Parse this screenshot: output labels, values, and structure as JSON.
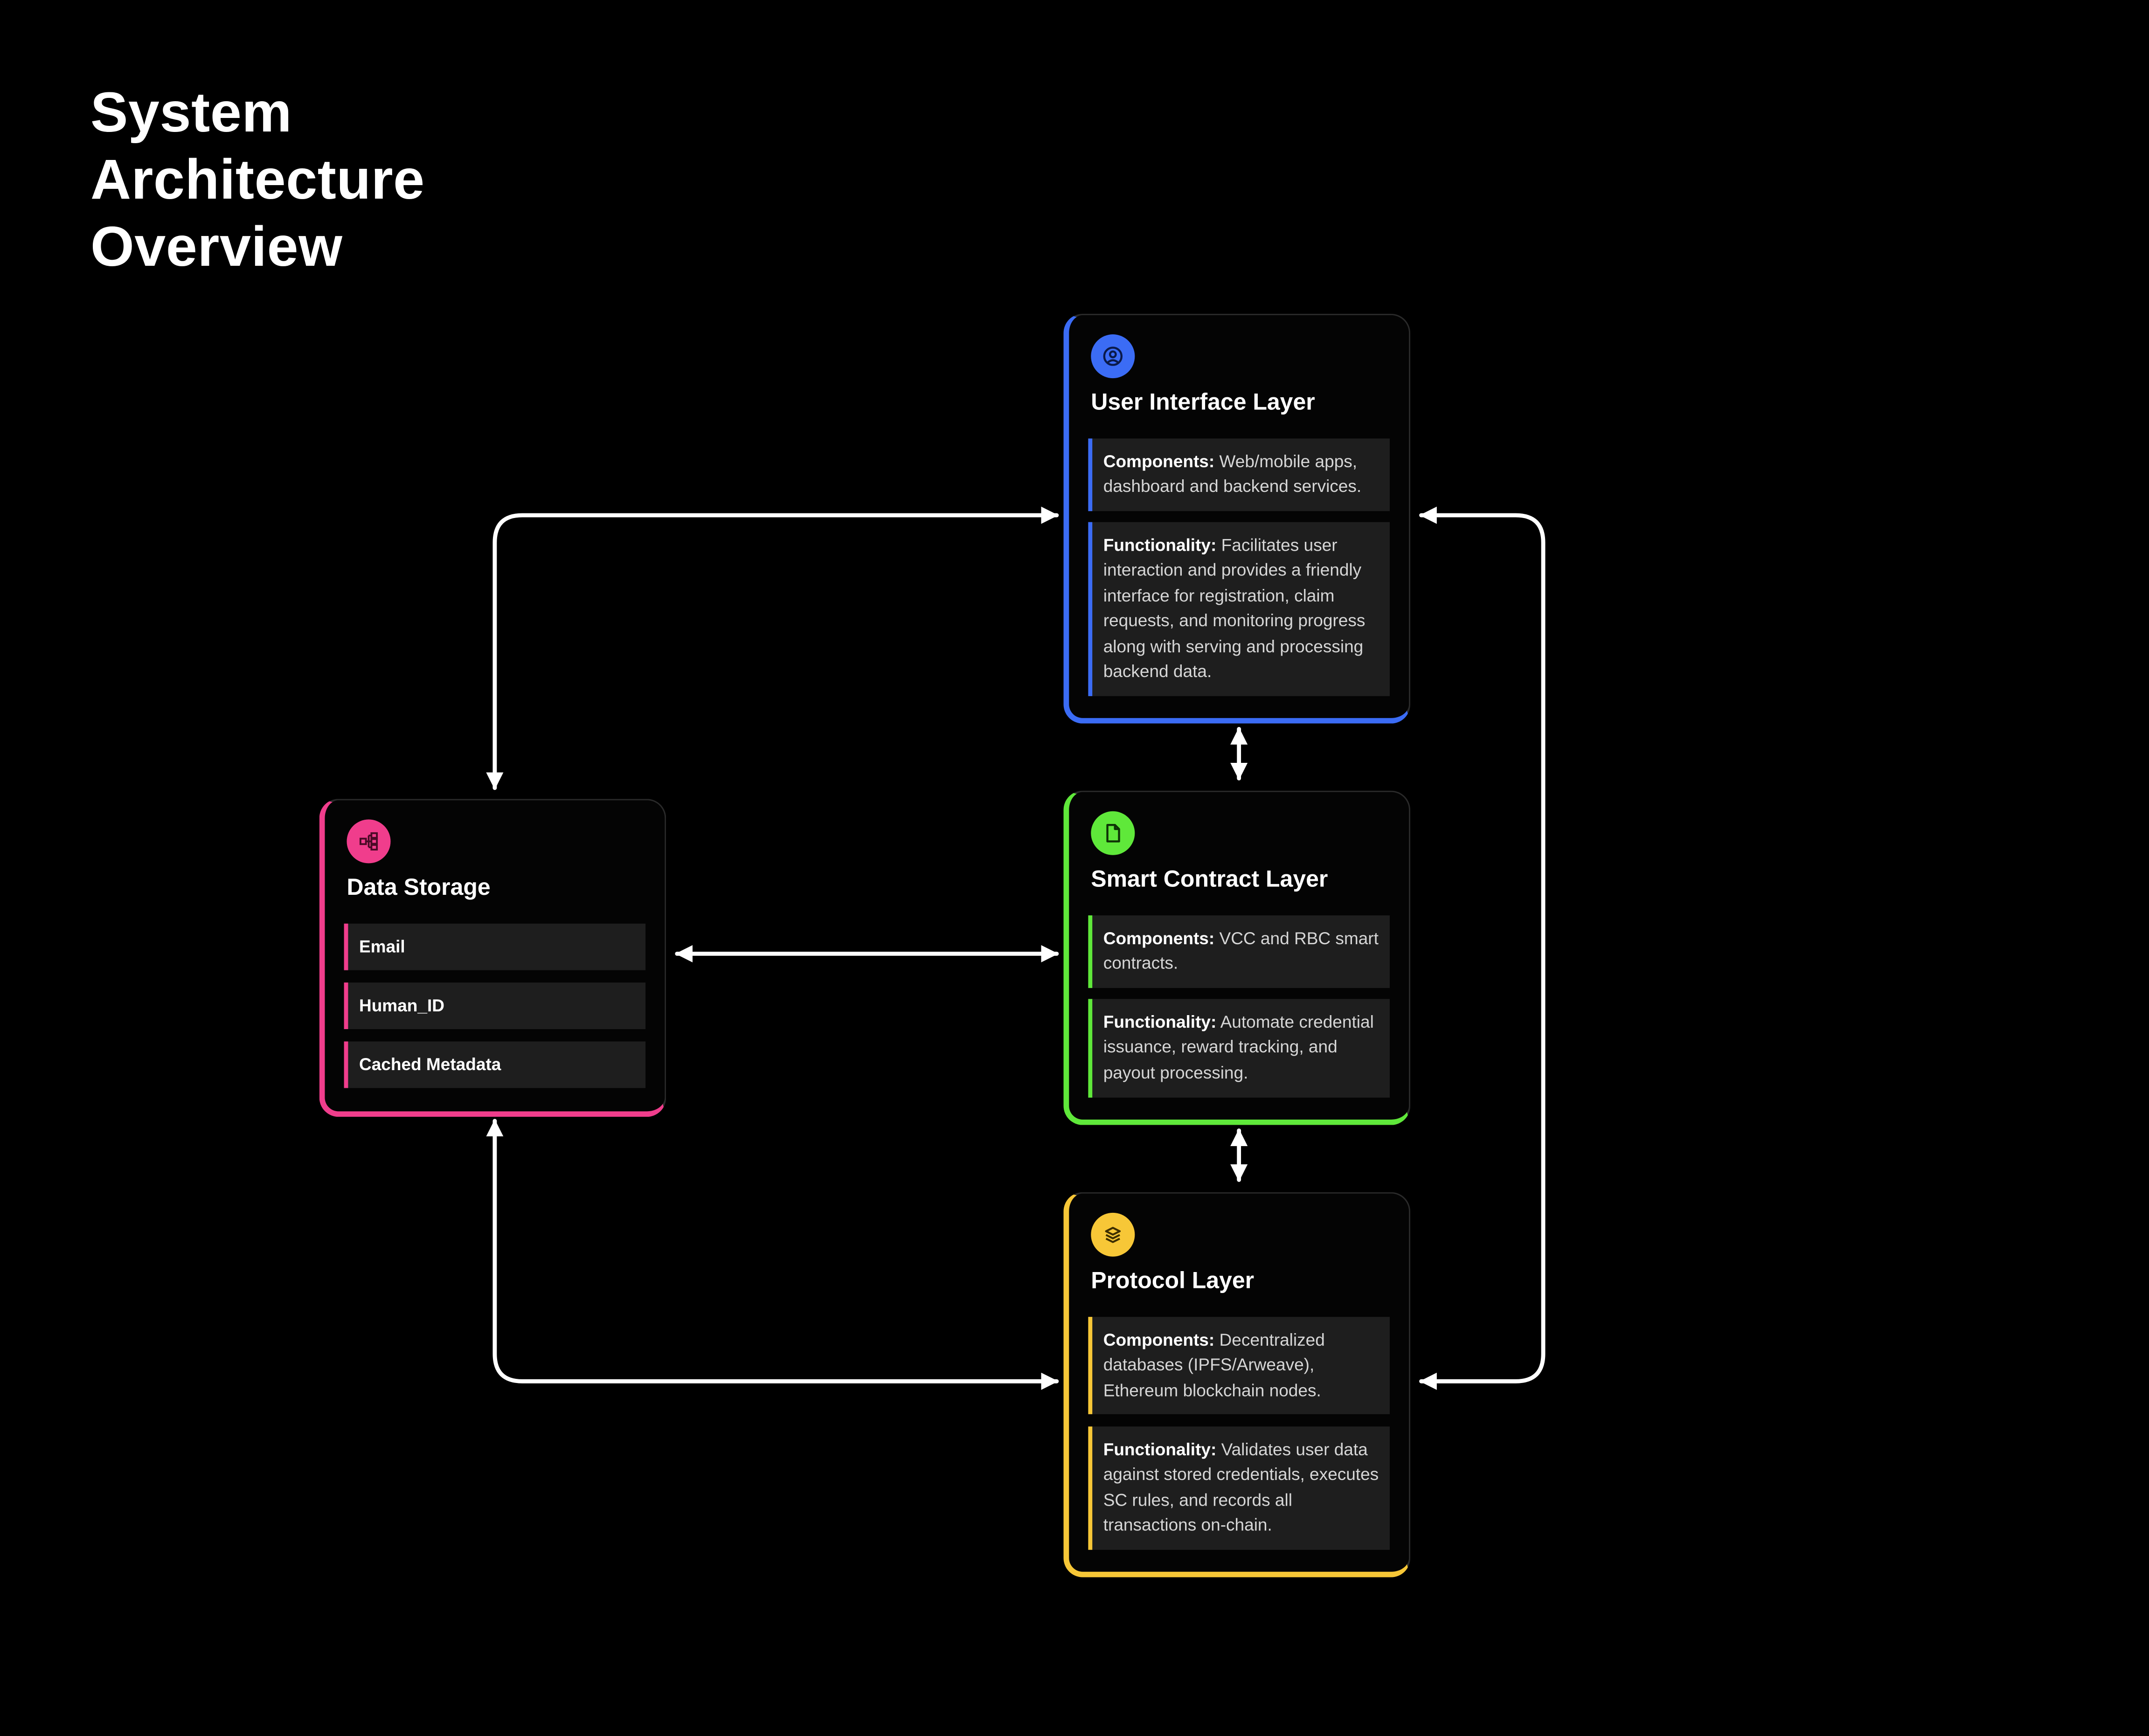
{
  "title": "System Architecture Overview",
  "colors": {
    "background": "#000000",
    "ui_layer": "#3b6cf5",
    "smart_contract_layer": "#5fe83a",
    "protocol_layer": "#f7c737",
    "data_storage": "#f03d8c",
    "connector": "#ffffff"
  },
  "layers": {
    "ui": {
      "icon": "user-circle-icon",
      "title": "User Interface Layer",
      "components_label": "Components:",
      "components_text": "Web/mobile apps, dashboard and backend services.",
      "functionality_label": "Functionality:",
      "functionality_text": "Facilitates user interaction and provides a friendly interface for registration, claim requests, and monitoring progress along with serving and processing backend data."
    },
    "smart_contract": {
      "icon": "file-icon",
      "title": "Smart Contract Layer",
      "components_label": "Components:",
      "components_text": "VCC and RBC smart contracts.",
      "functionality_label": "Functionality:",
      "functionality_text": "Automate credential issuance, reward tracking, and payout processing."
    },
    "protocol": {
      "icon": "layers-icon",
      "title": "Protocol Layer",
      "components_label": "Components:",
      "components_text": "Decentralized databases (IPFS/Arweave), Ethereum blockchain nodes.",
      "functionality_label": "Functionality:",
      "functionality_text": "Validates user data against stored credentials, executes SC rules, and records all transactions on-chain."
    }
  },
  "data_storage": {
    "icon": "network-icon",
    "title": "Data Storage",
    "items": [
      "Email",
      "Human_ID",
      "Cached Metadata"
    ]
  },
  "connections": [
    {
      "from": "Data Storage",
      "to": "User Interface Layer",
      "direction": "bidirectional"
    },
    {
      "from": "Data Storage",
      "to": "Smart Contract Layer",
      "direction": "bidirectional"
    },
    {
      "from": "Data Storage",
      "to": "Protocol Layer",
      "direction": "bidirectional"
    },
    {
      "from": "User Interface Layer",
      "to": "Smart Contract Layer",
      "direction": "bidirectional"
    },
    {
      "from": "Smart Contract Layer",
      "to": "Protocol Layer",
      "direction": "bidirectional"
    },
    {
      "from": "User Interface Layer",
      "to": "Protocol Layer",
      "direction": "bidirectional"
    }
  ]
}
